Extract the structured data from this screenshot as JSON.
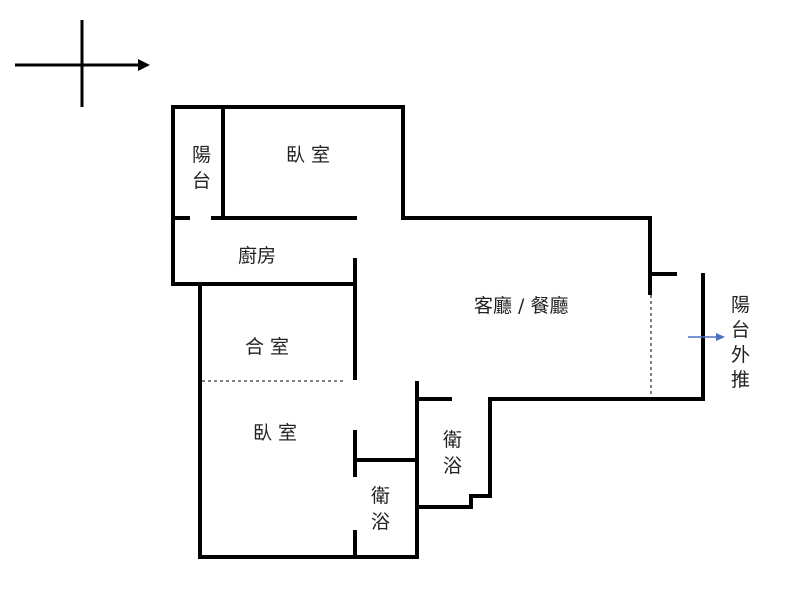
{
  "rooms": {
    "balcony_top": [
      "陽",
      "台"
    ],
    "bedroom_top": "臥 室",
    "kitchen": "廚房",
    "living_dining": "客廳 / 餐廳",
    "storage": "合 室",
    "bedroom_bottom": "臥 室",
    "bath_right": [
      "衛",
      "浴"
    ],
    "bath_left": [
      "衛",
      "浴"
    ],
    "balcony_extend": [
      "陽",
      "台",
      "外",
      "推"
    ]
  },
  "colors": {
    "wall": "#000000",
    "text": "#222222",
    "arrow": "#4a72c4"
  },
  "icons": {
    "compass": "north-compass-icon",
    "extend_arrow": "arrow-right-icon"
  }
}
